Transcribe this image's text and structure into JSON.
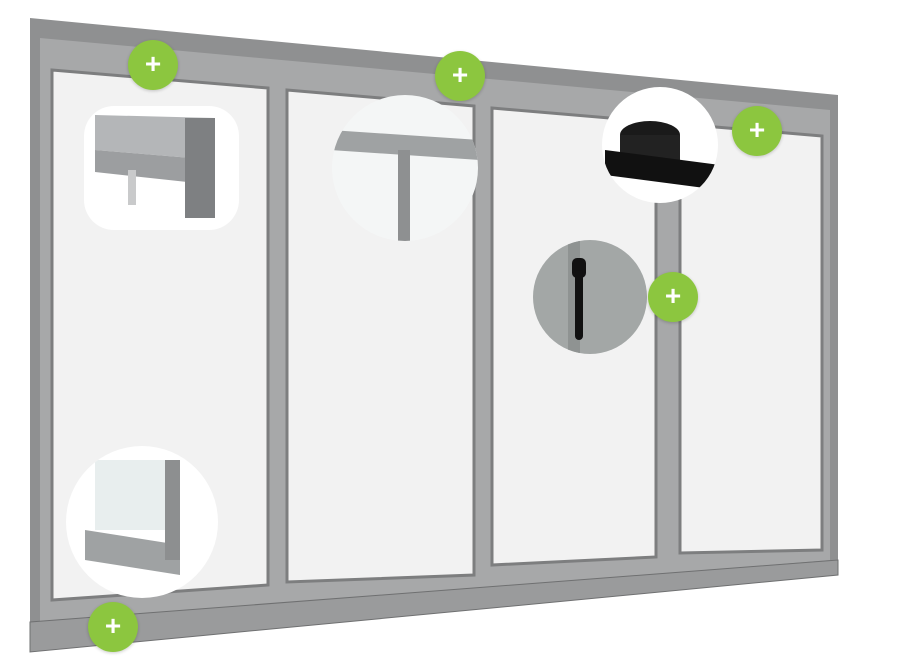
{
  "colors": {
    "frame": "#8f9091",
    "frame_light": "#a7a8a9",
    "glass": "#f2f2f2",
    "hotspot": "#8cc63f"
  },
  "hotspots": [
    {
      "label": "+",
      "name": "top-left-frame"
    },
    {
      "label": "+",
      "name": "top-center-frame"
    },
    {
      "label": "+",
      "name": "top-right-roller"
    },
    {
      "label": "+",
      "name": "handle"
    },
    {
      "label": "+",
      "name": "bottom-frame"
    }
  ]
}
